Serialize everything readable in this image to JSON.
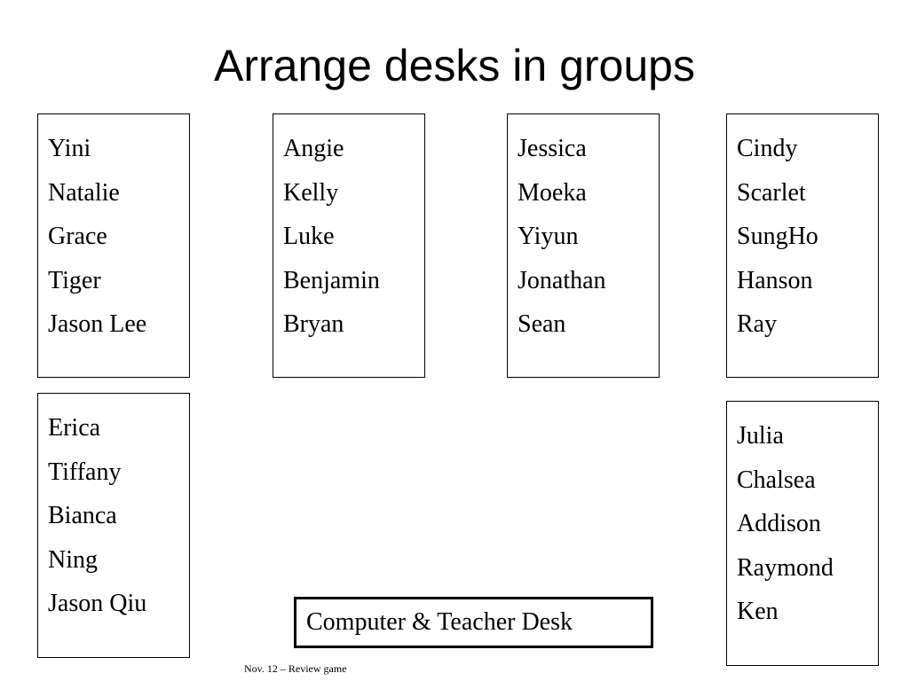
{
  "slide": {
    "title": "Arrange desks in groups",
    "groups": [
      {
        "members": [
          "Yini",
          "Natalie",
          "Grace",
          "Tiger",
          "Jason Lee"
        ]
      },
      {
        "members": [
          "Angie",
          "Kelly",
          "Luke",
          "Benjamin",
          "Bryan"
        ]
      },
      {
        "members": [
          "Jessica",
          "Moeka",
          "Yiyun",
          "Jonathan",
          "Sean"
        ]
      },
      {
        "members": [
          "Cindy",
          "Scarlet",
          "SungHo",
          "Hanson",
          "Ray"
        ]
      },
      {
        "members": [
          "Erica",
          "Tiffany",
          "Bianca",
          "Ning",
          "Jason Qiu"
        ]
      },
      {
        "members": [
          "Julia",
          "Chalsea",
          "Addison",
          "Raymond",
          "Ken"
        ]
      }
    ],
    "teacher_desk_label": "Computer & Teacher Desk",
    "footer": "Nov. 12 – Review game"
  },
  "colors": {
    "background": "#ffffff",
    "text": "#000000",
    "border": "#000000"
  }
}
